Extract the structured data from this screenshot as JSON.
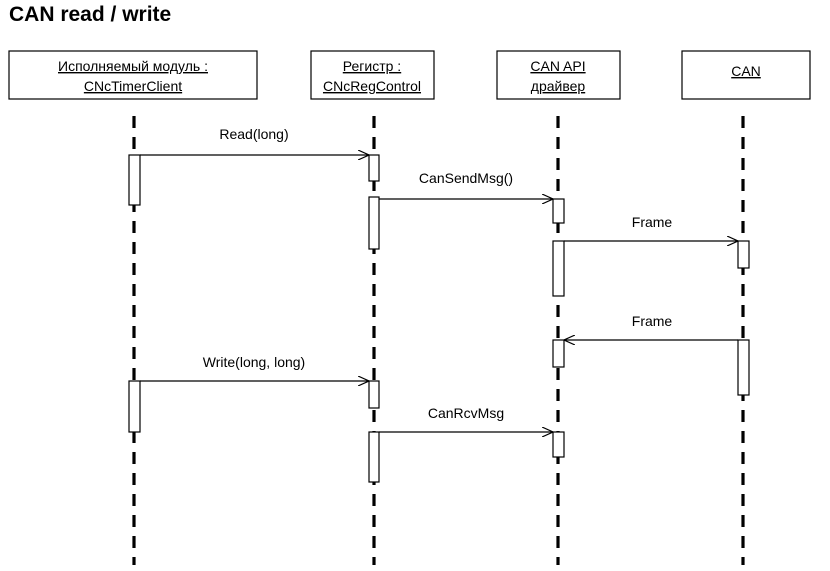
{
  "title": "CAN read / write",
  "objects": [
    {
      "line1": "Исполняемый модуль :",
      "line2": "CNcTimerClient"
    },
    {
      "line1": "Регистр :",
      "line2": "CNcRegControl"
    },
    {
      "line1": "CAN API",
      "line2": "драйвер"
    },
    {
      "line1": "CAN",
      "line2": ""
    }
  ],
  "messages": [
    {
      "label": "Read(long)"
    },
    {
      "label": "CanSendMsg()"
    },
    {
      "label": "Frame"
    },
    {
      "label": "Frame"
    },
    {
      "label": "Write(long, long)"
    },
    {
      "label": "CanRcvMsg"
    }
  ]
}
